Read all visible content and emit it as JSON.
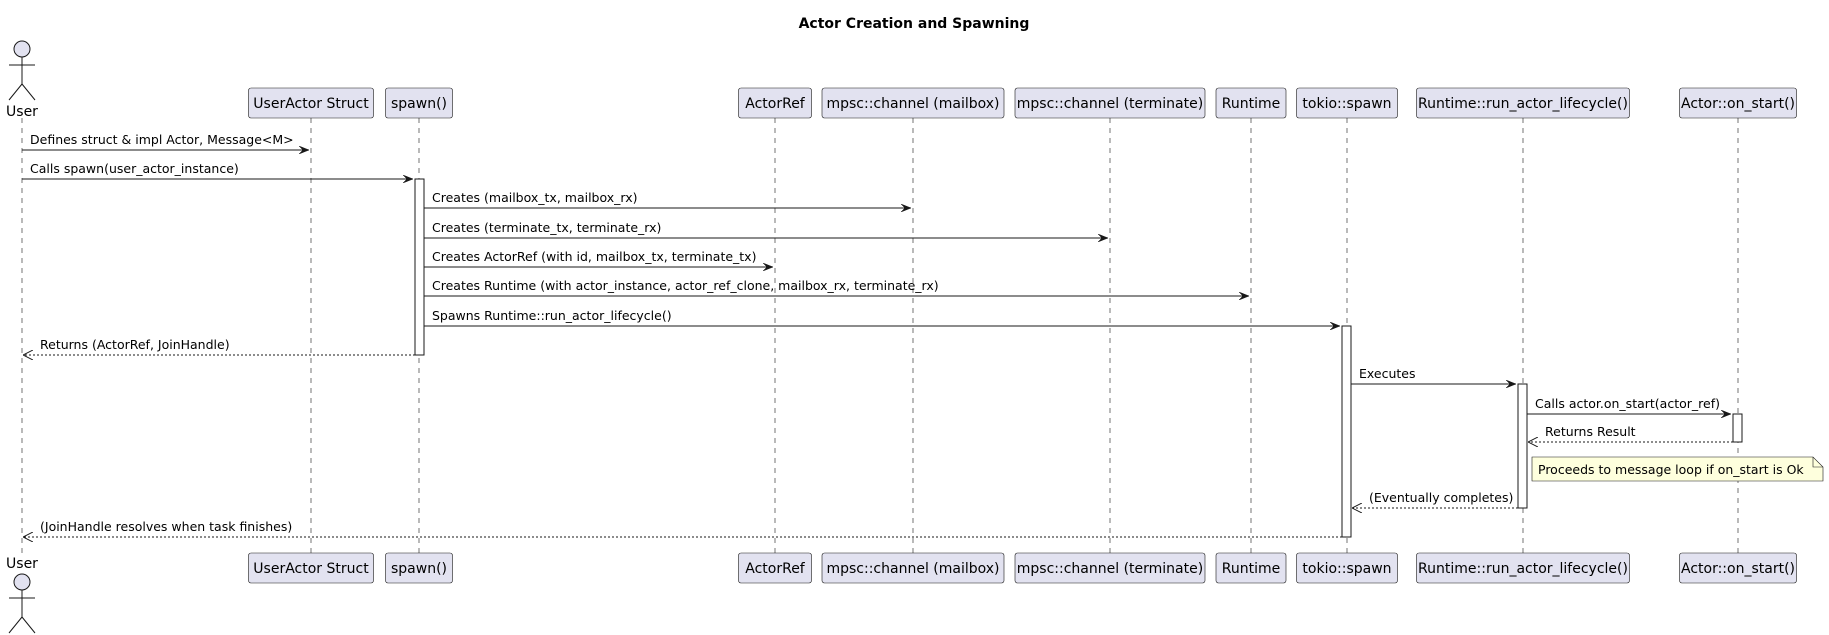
{
  "title": "Actor Creation and Spawning",
  "participants": [
    {
      "id": "user",
      "label": "User",
      "kind": "actor"
    },
    {
      "id": "useractor",
      "label": "UserActor Struct",
      "kind": "participant"
    },
    {
      "id": "spawn",
      "label": "spawn()",
      "kind": "participant"
    },
    {
      "id": "actorref",
      "label": "ActorRef",
      "kind": "participant"
    },
    {
      "id": "mailbox",
      "label": "mpsc::channel (mailbox)",
      "kind": "participant"
    },
    {
      "id": "terminate",
      "label": "mpsc::channel (terminate)",
      "kind": "participant"
    },
    {
      "id": "runtime",
      "label": "Runtime",
      "kind": "participant"
    },
    {
      "id": "tokio",
      "label": "tokio::spawn",
      "kind": "participant"
    },
    {
      "id": "lifecycle",
      "label": "Runtime::run_actor_lifecycle()",
      "kind": "participant"
    },
    {
      "id": "onstart",
      "label": "Actor::on_start()",
      "kind": "participant"
    }
  ],
  "messages": [
    {
      "from": "user",
      "to": "useractor",
      "label": "Defines struct & impl Actor, Message<M>",
      "type": "sync"
    },
    {
      "from": "user",
      "to": "spawn",
      "label": "Calls spawn(user_actor_instance)",
      "type": "sync"
    },
    {
      "from": "spawn",
      "to": "mailbox",
      "label": "Creates (mailbox_tx, mailbox_rx)",
      "type": "sync"
    },
    {
      "from": "spawn",
      "to": "terminate",
      "label": "Creates (terminate_tx, terminate_rx)",
      "type": "sync"
    },
    {
      "from": "spawn",
      "to": "actorref",
      "label": "Creates ActorRef (with id, mailbox_tx, terminate_tx)",
      "type": "sync"
    },
    {
      "from": "spawn",
      "to": "runtime",
      "label": "Creates Runtime (with actor_instance, actor_ref_clone, mailbox_rx, terminate_rx)",
      "type": "sync"
    },
    {
      "from": "spawn",
      "to": "tokio",
      "label": "Spawns Runtime::run_actor_lifecycle()",
      "type": "sync"
    },
    {
      "from": "spawn",
      "to": "user",
      "label": "Returns (ActorRef, JoinHandle)",
      "type": "return"
    },
    {
      "from": "tokio",
      "to": "lifecycle",
      "label": "Executes",
      "type": "sync"
    },
    {
      "from": "lifecycle",
      "to": "onstart",
      "label": "Calls actor.on_start(actor_ref)",
      "type": "sync"
    },
    {
      "from": "onstart",
      "to": "lifecycle",
      "label": "Returns Result",
      "type": "return"
    },
    {
      "from": "lifecycle",
      "to": "tokio",
      "label": "(Eventually completes)",
      "type": "return"
    },
    {
      "from": "tokio",
      "to": "user",
      "label": "(JoinHandle resolves when task finishes)",
      "type": "return"
    }
  ],
  "note": {
    "label": "Proceeds to message loop if on_start is Ok"
  }
}
